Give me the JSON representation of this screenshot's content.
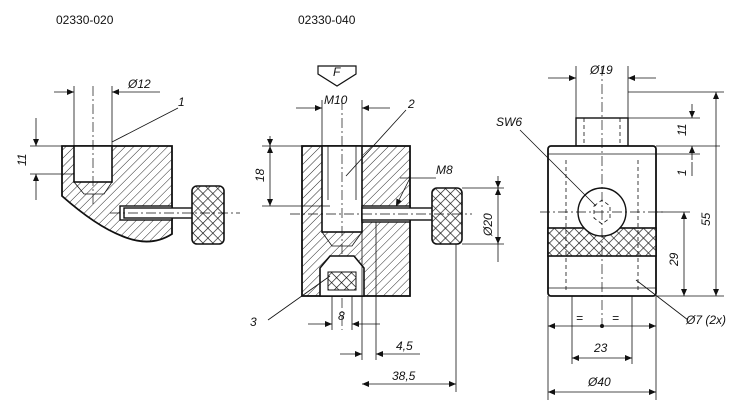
{
  "titles": {
    "left": "02330-020",
    "middle": "02330-040"
  },
  "arrow_label": "F",
  "dimensions": {
    "d12": "Ø12",
    "h11_left": "11",
    "m10": "M10",
    "h18": "18",
    "m8": "M8",
    "d20": "Ø20",
    "w8": "8",
    "w4_5": "4,5",
    "w38_5": "38,5",
    "d19": "Ø19",
    "sw6": "SW6",
    "h11_right": "11",
    "h1": "1",
    "h55": "55",
    "h29": "29",
    "d7": "Ø7 (2x)",
    "eq1": "=",
    "eq2": "=",
    "w23": "23",
    "d40": "Ø40"
  },
  "callouts": {
    "c1": "1",
    "c2": "2",
    "c3": "3"
  }
}
